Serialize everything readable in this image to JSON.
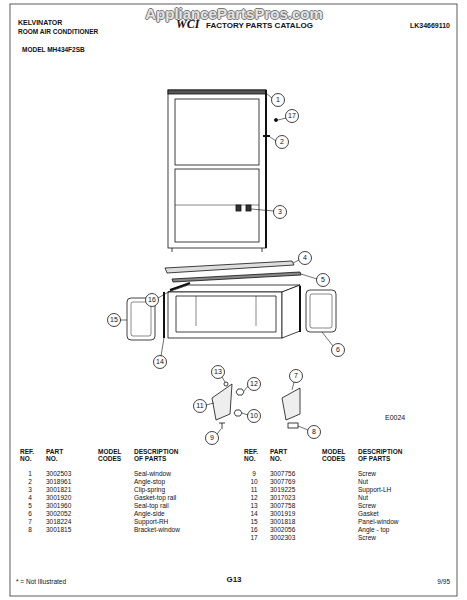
{
  "diagram": {
    "labels": [
      "AppliancePartsPros.com",
      "KELVINATOR",
      "ROOM AIR CONDITIONER",
      "WCI",
      "FACTORY PARTS CATALOG",
      "LK34669110",
      "MODEL MH434F2SB",
      "1",
      "17",
      "2",
      "3",
      "4",
      "5",
      "16",
      "15",
      "14",
      "6",
      "13",
      "12",
      "7",
      "11",
      "10",
      "9",
      "8",
      "E0024",
      "REF. NO.",
      "PART NO.",
      "MODEL CODES",
      "DESCRIPTION OF PARTS",
      "REF. NO.",
      "PART NO.",
      "MODEL CODES",
      "DESCRIPTION OF PARTS",
      "1",
      "3002503",
      "Seal-window",
      "2",
      "3018961",
      "Angle-stop",
      "3",
      "3001821",
      "Clip-spring",
      "4",
      "3001920",
      "Gasket-top rail",
      "5",
      "3001960",
      "Seal-top rail",
      "6",
      "3002052",
      "Angle-side",
      "7",
      "3018224",
      "Support-RH",
      "8",
      "3001815",
      "Bracket-window",
      "9",
      "3007756",
      "Screw",
      "10",
      "3007769",
      "Nut",
      "11",
      "3019225",
      "Support-LH",
      "12",
      "3017023",
      "Nut",
      "13",
      "3007758",
      "Screw",
      "14",
      "3001919",
      "Gasket",
      "15",
      "3001818",
      "Panel-window",
      "16",
      "3002056",
      "Angle - top",
      "17",
      "3002303",
      "Screw",
      "* = Not Illustrated",
      "G13",
      "9/95"
    ]
  }
}
